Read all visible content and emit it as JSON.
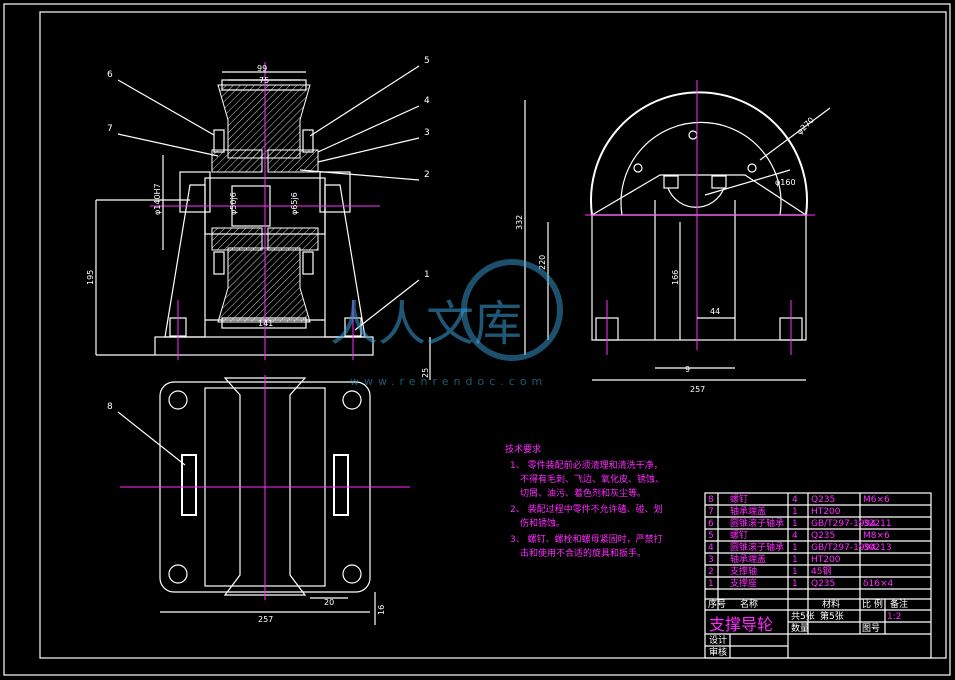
{
  "title_block": {
    "drawing_title": "支撑导轮",
    "label_seq": "序号",
    "label_name": "名称",
    "label_sheets": "共5张",
    "label_sheet_no": "第5张",
    "label_material": "材料",
    "label_scale": "比 例",
    "label_remark": "备注",
    "label_qty": "数量",
    "label_drawing_no": "图号",
    "label_design": "设计",
    "label_review": "审核",
    "scale_value": "1:2"
  },
  "parts": [
    {
      "no": "8",
      "name": "螺钉",
      "qty": "4",
      "material": "Q235",
      "remark": "M6×6"
    },
    {
      "no": "7",
      "name": "轴承端盖",
      "qty": "1",
      "material": "HT200",
      "remark": ""
    },
    {
      "no": "6",
      "name": "圆锥滚子轴承",
      "qty": "1",
      "material": "GB/T297-1994",
      "remark": "32211"
    },
    {
      "no": "5",
      "name": "螺钉",
      "qty": "4",
      "material": "Q235",
      "remark": "M8×6"
    },
    {
      "no": "4",
      "name": "圆锥滚子轴承",
      "qty": "1",
      "material": "GB/T297-1994",
      "remark": "30213"
    },
    {
      "no": "3",
      "name": "轴承端盖",
      "qty": "1",
      "material": "HT200",
      "remark": ""
    },
    {
      "no": "2",
      "name": "支撑轴",
      "qty": "1",
      "material": "45钢",
      "remark": ""
    },
    {
      "no": "1",
      "name": "支撑座",
      "qty": "1",
      "material": "Q235",
      "remark": "δ16×4"
    }
  ],
  "tech_requirements": {
    "heading": "技术要求",
    "lines": [
      "1、 零件装配前必须清理和清洗干净，",
      "不得有毛刺、飞边、氧化皮、锈蚀、",
      "切屑、油污、着色剂和灰尘等。",
      "2、 装配过程中零件不允许磕、碰、划",
      "伤和锈蚀。",
      "3、 螺钉、螺栓和螺母紧固时，严禁打",
      "击和使用不合适的旋具和扳手。"
    ]
  },
  "callouts": [
    "1",
    "2",
    "3",
    "4",
    "5",
    "6",
    "7",
    "8"
  ],
  "dimensions": {
    "front_top_99": "99",
    "front_top_75": "75",
    "front_phi140h7": "φ140H7",
    "front_phi50j6": "φ50j6",
    "front_phi65j6": "φ65j6",
    "front_height_195": "195",
    "front_width_141": "141",
    "front_base_25": "25",
    "side_height_332": "332",
    "side_height_220": "220",
    "side_height_166": "166",
    "side_44": "44",
    "side_9": "9",
    "side_width_257": "257",
    "side_phi270": "φ270",
    "side_phi160": "φ160",
    "top_width_257": "257",
    "top_20": "20",
    "top_16": "16"
  },
  "watermark": {
    "text": "人人文库",
    "url": "www.renrendoc.com",
    "color": "#3aa0d8"
  },
  "colors": {
    "background": "#000000",
    "line": "#ffffff",
    "centerline": "#ff2bff",
    "text_accent": "#ff2bff"
  }
}
